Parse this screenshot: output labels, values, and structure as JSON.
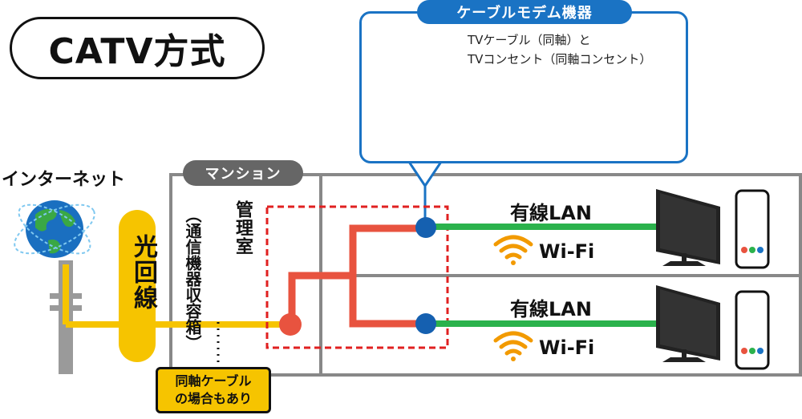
{
  "title": "CATV方式",
  "modem": {
    "heading": "ケーブルモデム機器",
    "desc_line1": "TVケーブル（同軸）と",
    "desc_line2": "TVコンセント（同軸コンセント）"
  },
  "internet_label": "インターネット",
  "fiber_line_label": "光回線",
  "building": {
    "label": "マンション",
    "room_label": "管理室",
    "box_label": "（通信機器収容箱）"
  },
  "coax_note": {
    "line1": "同軸ケーブル",
    "line2": "の場合もあり"
  },
  "floors": [
    {
      "wired_label": "有線LAN",
      "wifi_label": "Wi-Fi"
    },
    {
      "wired_label": "有線LAN",
      "wifi_label": "Wi-Fi"
    }
  ],
  "colors": {
    "fiber": "#f6c400",
    "coax": "#e8533f",
    "lan": "#2bb24c",
    "node": "#1560b0",
    "modem_border": "#1a73c4",
    "building_border": "#888888",
    "dashed_box": "#e02020",
    "wifi": "#f29a00"
  }
}
